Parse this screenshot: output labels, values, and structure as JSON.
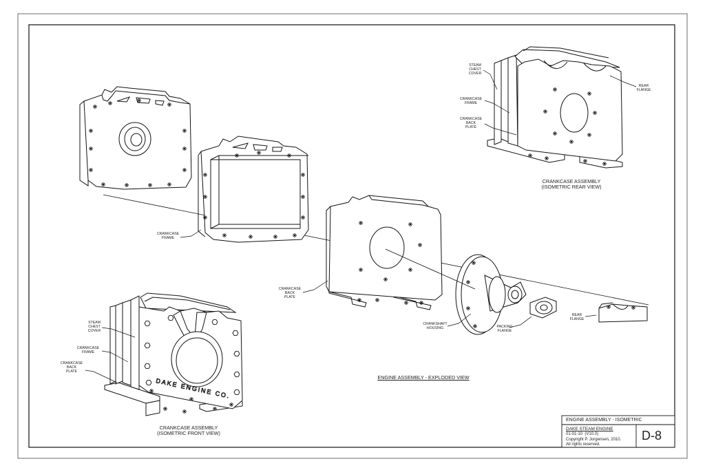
{
  "drawing": {
    "exploded_caption": "ENGINE ASSEMBLY - EXPLODED VIEW",
    "front_caption": "CRANKCASE ASSEMBLY\n(ISOMETRIC FRONT VIEW)",
    "rear_caption": "CRANKCASE ASSEMBLY\n(ISOMETRIC REAR VIEW)",
    "engraving": "DAKE ENGINE CO."
  },
  "labels": {
    "crankcase_frame_exploded": "CRANKCASE\nFRAME",
    "crankcase_back_plate_exploded": "CRANKCASE\nBACK\nPLATE",
    "crankshaft_housing": "CRANKSHAFT\nHOUSING",
    "packing_flange": "PACKING\nFLANGE",
    "rear_flange_exploded": "REAR\nFLANGE",
    "front_steam_chest_cover": "STEAM\nCHEST\nCOVER",
    "front_crankcase_frame": "CRANKCASE\nFRAME",
    "front_crankcase_back_plate": "CRANKCASE\nBACK\nPLATE",
    "rear_steam_chest_cover": "STEAM\nCHEST\nCOVER",
    "rear_crankcase_frame": "CRANKCASE\nFRAME",
    "rear_crankcase_back_plate": "CRANKCASE\nBACK\nPLATE",
    "rear_rear_flange": "REAR\nFLANGE"
  },
  "title_block": {
    "title": "ENGINE ASSEMBLY - ISOMETRIC",
    "project": "DAKE STEAM ENGINE",
    "date_version": "01-01-10  (V10.0)",
    "copyright": "Copyright P. Jorgensen, 2010.",
    "rights": "All rights reserved.",
    "sheet_number": "D-8"
  }
}
